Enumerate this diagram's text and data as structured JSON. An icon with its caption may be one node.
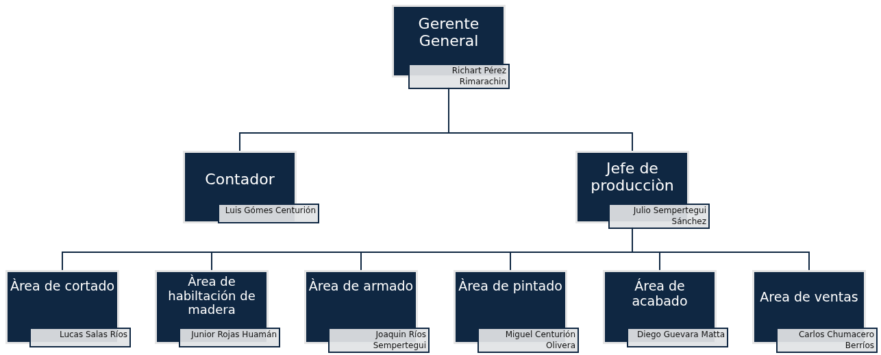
{
  "diagram": {
    "nodes": [
      {
        "text": [
          "Gerente General",
          "Richart Pérez Rimarachin"
        ]
      },
      {
        "text": [
          "Contador",
          "Luis Gómes Centurión"
        ]
      },
      {
        "text": [
          "Jefe de producciòn",
          "Julio Sempertegui Sánchez"
        ]
      },
      {
        "text": [
          "Àrea de cortado",
          "Lucas Salas Ríos"
        ]
      },
      {
        "text": [
          "Àrea de habiltación de madera",
          "Junior Rojas Huamán"
        ]
      },
      {
        "text": [
          "Àrea de armado",
          "Joaquin Ríos Sempertegui"
        ]
      },
      {
        "text": [
          "Àrea de pintado",
          "Miguel Centurión Olivera"
        ]
      },
      {
        "text": [
          "Área de acabado",
          "Diego Guevara Matta"
        ]
      },
      {
        "text": [
          "Area de ventas",
          "Carlos Chumacero Berríos"
        ]
      }
    ],
    "edges": [
      {
        "from": 0,
        "to": 1,
        "arrow": "none"
      },
      {
        "from": 0,
        "to": 2,
        "arrow": "none"
      },
      {
        "from": 2,
        "to": 3,
        "arrow": "none"
      },
      {
        "from": 2,
        "to": 4,
        "arrow": "none"
      },
      {
        "from": 2,
        "to": 5,
        "arrow": "none"
      },
      {
        "from": 2,
        "to": 6,
        "arrow": "none"
      },
      {
        "from": 2,
        "to": 7,
        "arrow": "none"
      },
      {
        "from": 2,
        "to": 8,
        "arrow": "none"
      }
    ]
  }
}
